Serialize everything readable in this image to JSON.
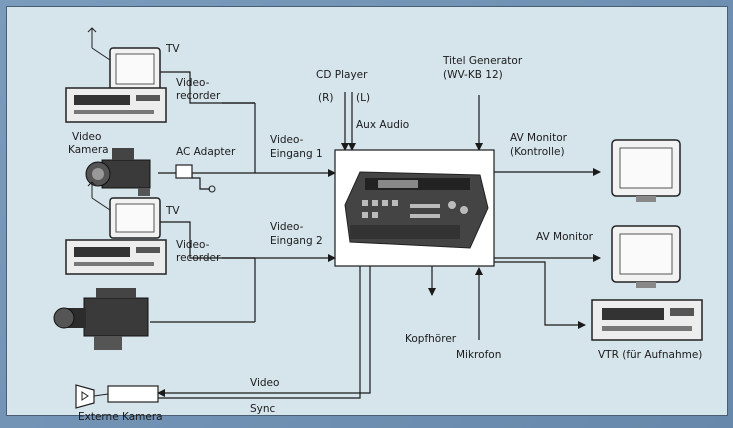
{
  "labels": {
    "tv_top": "TV",
    "videorecorder_top_1": "Video-",
    "videorecorder_top_2": "recorder",
    "video_kamera_1": "Video",
    "video_kamera_2": "Kamera",
    "ac_adapter": "AC Adapter",
    "tv_mid": "TV",
    "videorecorder_mid_1": "Video-",
    "videorecorder_mid_2": "recorder",
    "externe_kamera": "Externe Kamera",
    "cd_player": "CD Player",
    "cd_r": "(R)",
    "cd_l": "(L)",
    "aux_audio": "Aux Audio",
    "video_eingang_1_a": "Video-",
    "video_eingang_1_b": "Eingang 1",
    "video_eingang_2_a": "Video-",
    "video_eingang_2_b": "Eingang 2",
    "titel_generator_1": "Titel Generator",
    "titel_generator_2": "(WV-KB 12)",
    "av_monitor_1_a": "AV Monitor",
    "av_monitor_1_b": "(Kontrolle)",
    "av_monitor_2": "AV Monitor",
    "kopfhoerer": "Kopfhörer",
    "mikrofon": "Mikrofon",
    "vtr": "VTR (für Aufnahme)",
    "video_line": "Video",
    "sync_line": "Sync"
  },
  "colors": {
    "line": "#1a1a1a",
    "panel": "#d6e4ec",
    "device": "#3a3a3a"
  }
}
